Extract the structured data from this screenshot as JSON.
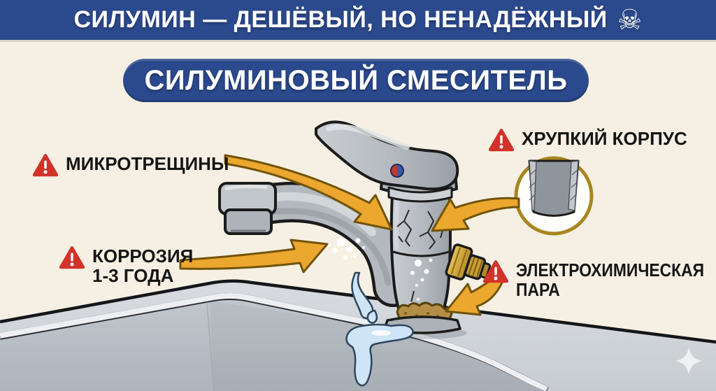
{
  "header": {
    "title": "СИЛУМИН — ДЕШЁВЫЙ, НО НЕНАДЁЖНЫЙ",
    "skull_glyph": "☠"
  },
  "banner": {
    "title": "СИЛУМИНОВЫЙ СМЕСИТЕЛЬ"
  },
  "callouts": {
    "microcracks": {
      "label": "МИКРОТРЕЩИНЫ"
    },
    "corrosion": {
      "label_line1": "КОРРОЗИЯ",
      "label_line2": "1-3 ГОДА"
    },
    "fragile_body": {
      "label": "ХРУПКИЙ КОРПУС"
    },
    "electrochemical_pair": {
      "label_line1": "ЭЛЕКТРОХИМИЧЕСКАЯ",
      "label_line2": "ПАРА"
    }
  },
  "icons": {
    "skull": "skull-crossbones",
    "warning": "warning-triangle",
    "sparkle": "sparkle",
    "magnified_inset": "pipe-cross-section"
  },
  "colors": {
    "header_background": "#2B498D",
    "page_background": "#F5F0E3",
    "warning_red": "#D2322A",
    "arrow_gold": "#ECA72F",
    "faucet_gray": "#B6BBC1",
    "water_blue": "#CFE4F6",
    "brass_yellow": "#D2A53B",
    "sink_gray": "#C9CED4",
    "corrosion_tan": "#B48E47",
    "inset_ring_gold": "#A8861F",
    "text_dark": "#151515"
  }
}
